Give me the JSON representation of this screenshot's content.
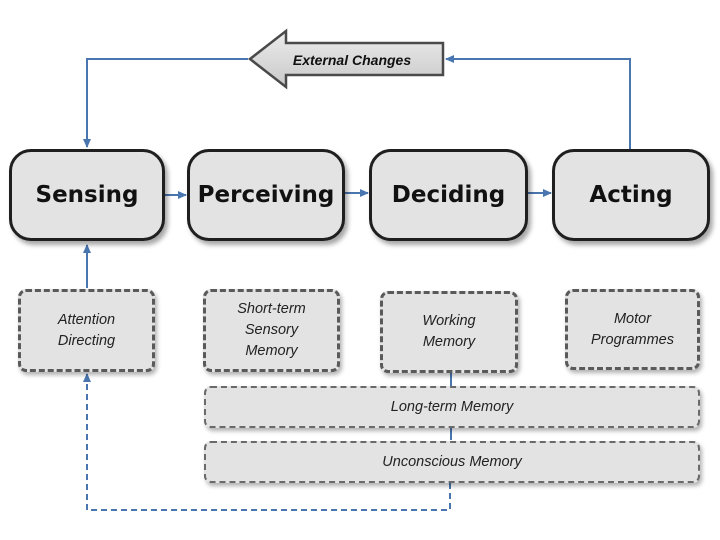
{
  "feedback_label": "External Changes",
  "stages": [
    {
      "label": "Sensing"
    },
    {
      "label": "Perceiving"
    },
    {
      "label": "Deciding"
    },
    {
      "label": "Acting"
    }
  ],
  "memories": [
    {
      "label": "Attention\nDirecting"
    },
    {
      "label": "Short-term\nSensory\nMemory"
    },
    {
      "label": "Working\nMemory"
    },
    {
      "label": "Motor\nProgrammes"
    }
  ],
  "bars": {
    "long_term": "Long-term Memory",
    "unconscious": "Unconscious Memory"
  },
  "colors": {
    "connector": "#4a76b0",
    "box_fill": "#e3e3e3",
    "stage_border": "#1f1f1f",
    "dashed_border": "#5a5a5a"
  }
}
